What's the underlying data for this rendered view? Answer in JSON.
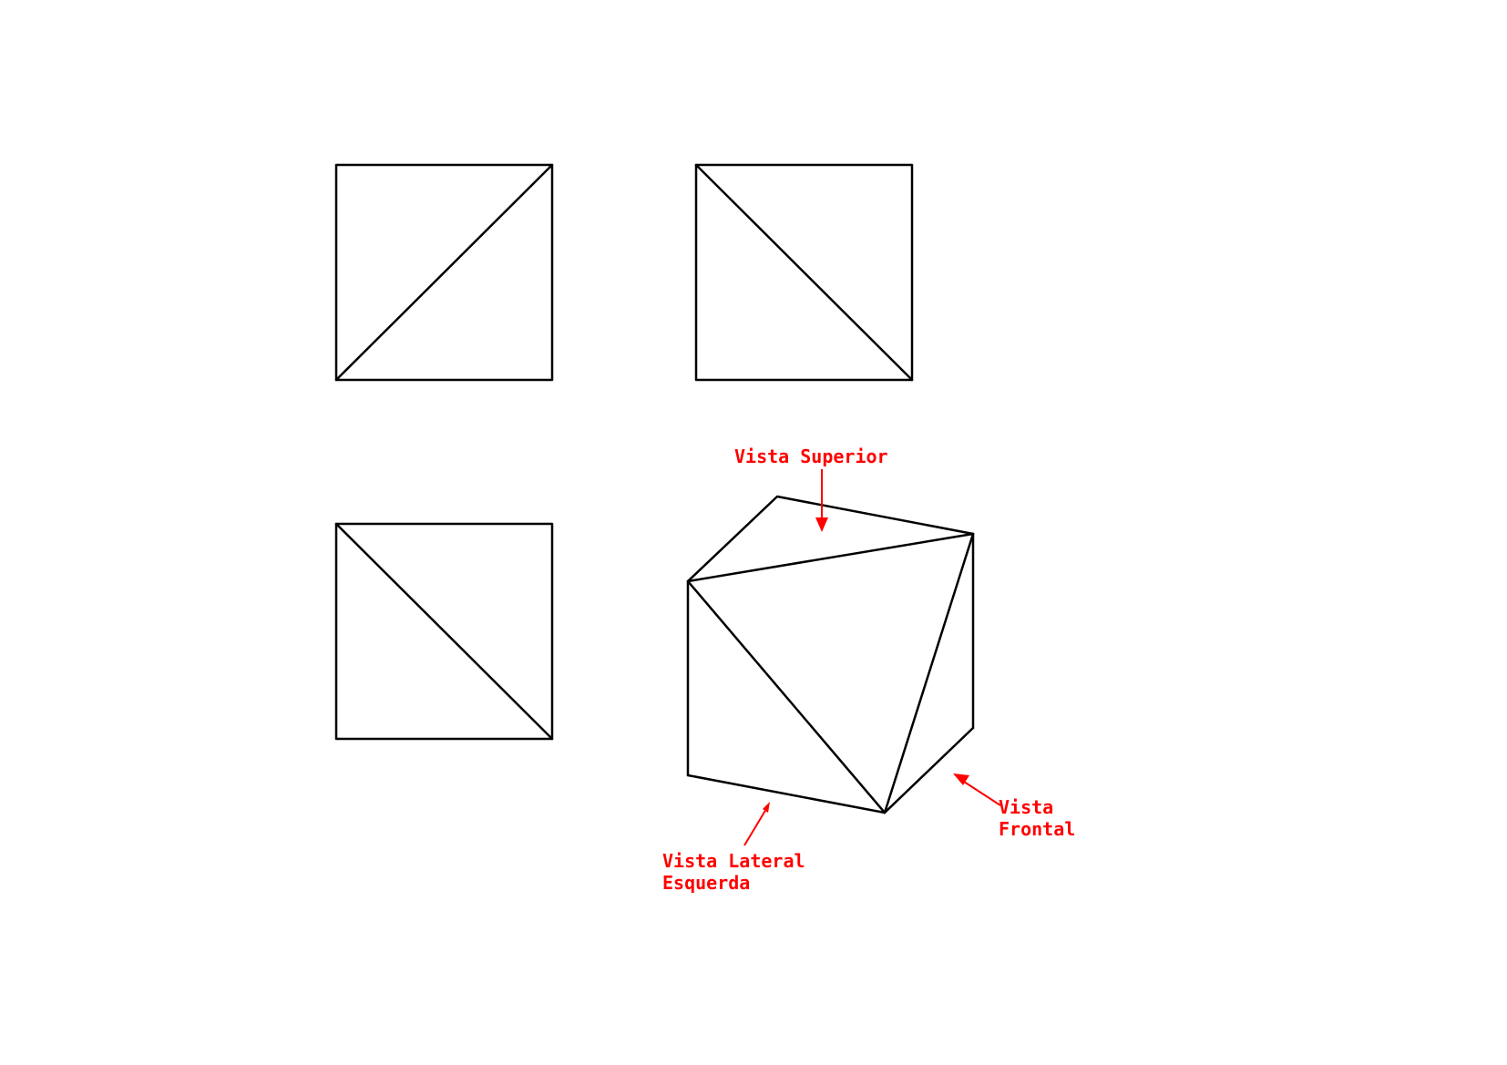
{
  "views": {
    "top_label": "Vista Superior",
    "frontal_label_line1": "Vista",
    "frontal_label_line2": "Frontal",
    "left_label_line1": "Vista Lateral",
    "left_label_line2": "Esquerda"
  },
  "colors": {
    "line": "#000000",
    "annotation": "#ff0000",
    "background": "#ffffff"
  }
}
